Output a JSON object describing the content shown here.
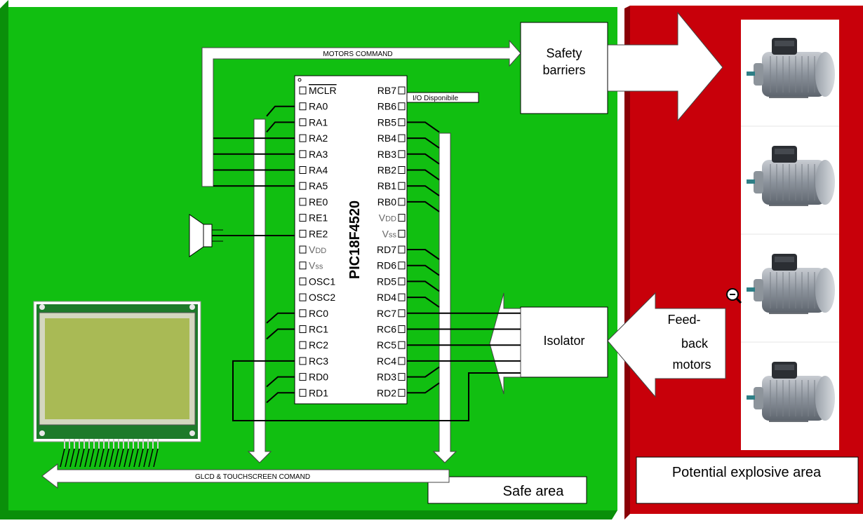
{
  "colors": {
    "safe_area": "#11bf11",
    "safe_area_edge": "#0a8f0a",
    "explosive_area": "#c8000a",
    "explosive_area_edge": "#8a0007",
    "wire": "#000000",
    "arrow_fill": "#ffffff",
    "lcd_screen": "#a9ba55",
    "lcd_pcb": "#1d7a2a"
  },
  "labels": {
    "motors_command": "MOTORS COMMAND",
    "glcd_command": "GLCD & TOUCHSCREEN COMAND",
    "io_available": "I/O Disponibile",
    "safety_barriers_line1": "Safety",
    "safety_barriers_line2": "barriers",
    "isolator": "Isolator",
    "feedback_line1": "Feed-",
    "feedback_line2": "back",
    "feedback_line3": "motors",
    "safe_area": "Safe area",
    "explosive_area": "Potential explosive area"
  },
  "chip": {
    "name": "PIC18F4520",
    "left_pins": [
      "MCLR",
      "RA0",
      "RA1",
      "RA2",
      "RA3",
      "RA4",
      "RA5",
      "RE0",
      "RE1",
      "RE2",
      "VDD",
      "Vss",
      "OSC1",
      "OSC2",
      "RC0",
      "RC1",
      "RC2",
      "RC3",
      "RD0",
      "RD1"
    ],
    "right_pins": [
      "RB7",
      "RB6",
      "RB5",
      "RB4",
      "RB3",
      "RB2",
      "RB1",
      "RB0",
      "VDD",
      "Vss",
      "RD7",
      "RD6",
      "RD5",
      "RD4",
      "RC7",
      "RC6",
      "RC5",
      "RC4",
      "RD3",
      "RD2"
    ]
  },
  "motors": [
    "motor-1",
    "motor-2",
    "motor-3",
    "motor-4"
  ],
  "icons": {
    "speaker": "speaker-icon",
    "glcd": "glcd-display",
    "motor": "electric-motor-icon",
    "zoom": "zoom-out-icon"
  }
}
